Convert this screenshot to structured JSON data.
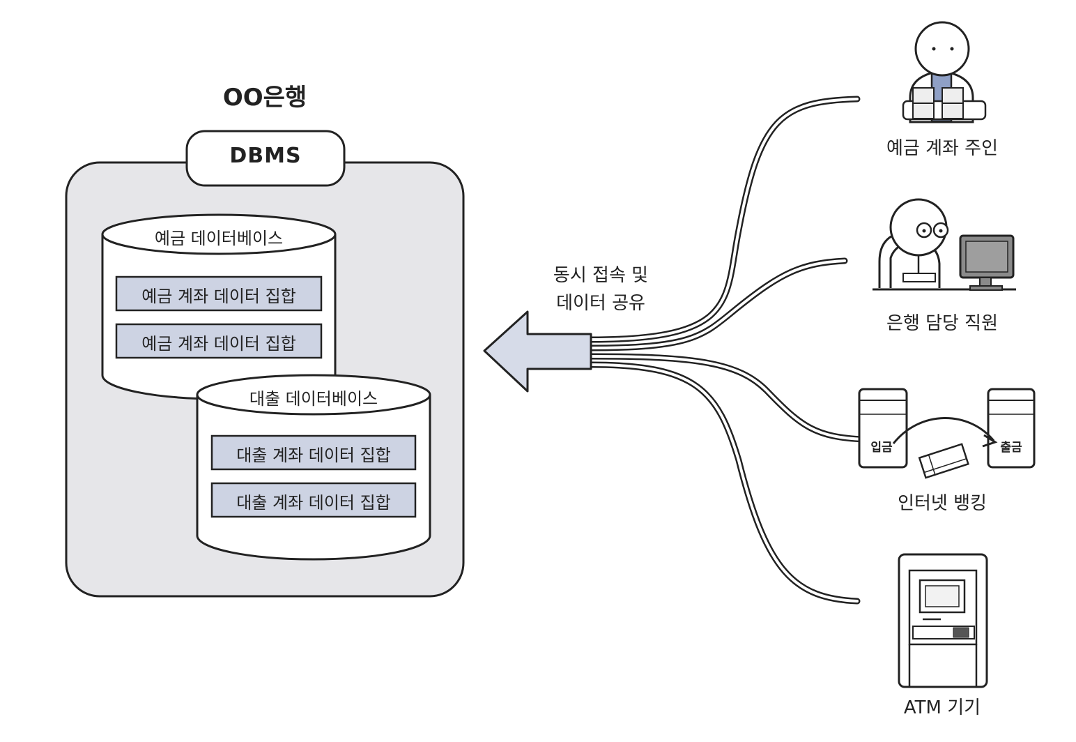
{
  "bank": {
    "title": "OO은행",
    "dbms_label": "DBMS"
  },
  "databases": [
    {
      "title": "예금 데이터베이스",
      "sets": [
        "예금 계좌 데이터 집합",
        "예금 계좌 데이터 집합"
      ]
    },
    {
      "title": "대출 데이터베이스",
      "sets": [
        "대출 계좌 데이터 집합",
        "대출 계좌 데이터 집합"
      ]
    }
  ],
  "arrow": {
    "line1": "동시 접속 및",
    "line2": "데이터 공유"
  },
  "clients": [
    {
      "label": "예금 계좌 주인",
      "icon": "account-owner-icon"
    },
    {
      "label": "은행 담당 직원",
      "icon": "bank-staff-icon"
    },
    {
      "label": "인터넷 뱅킹",
      "icon": "internet-banking-icon",
      "deposit": "입금",
      "withdraw": "출금"
    },
    {
      "label": "ATM 기기",
      "icon": "atm-icon"
    }
  ],
  "colors": {
    "panel_fill": "#e6e6e9",
    "set_fill": "#cdd3e3",
    "arrow_fill": "#d6dbe8",
    "stroke": "#222222",
    "shirt": "#8fa0c6"
  }
}
